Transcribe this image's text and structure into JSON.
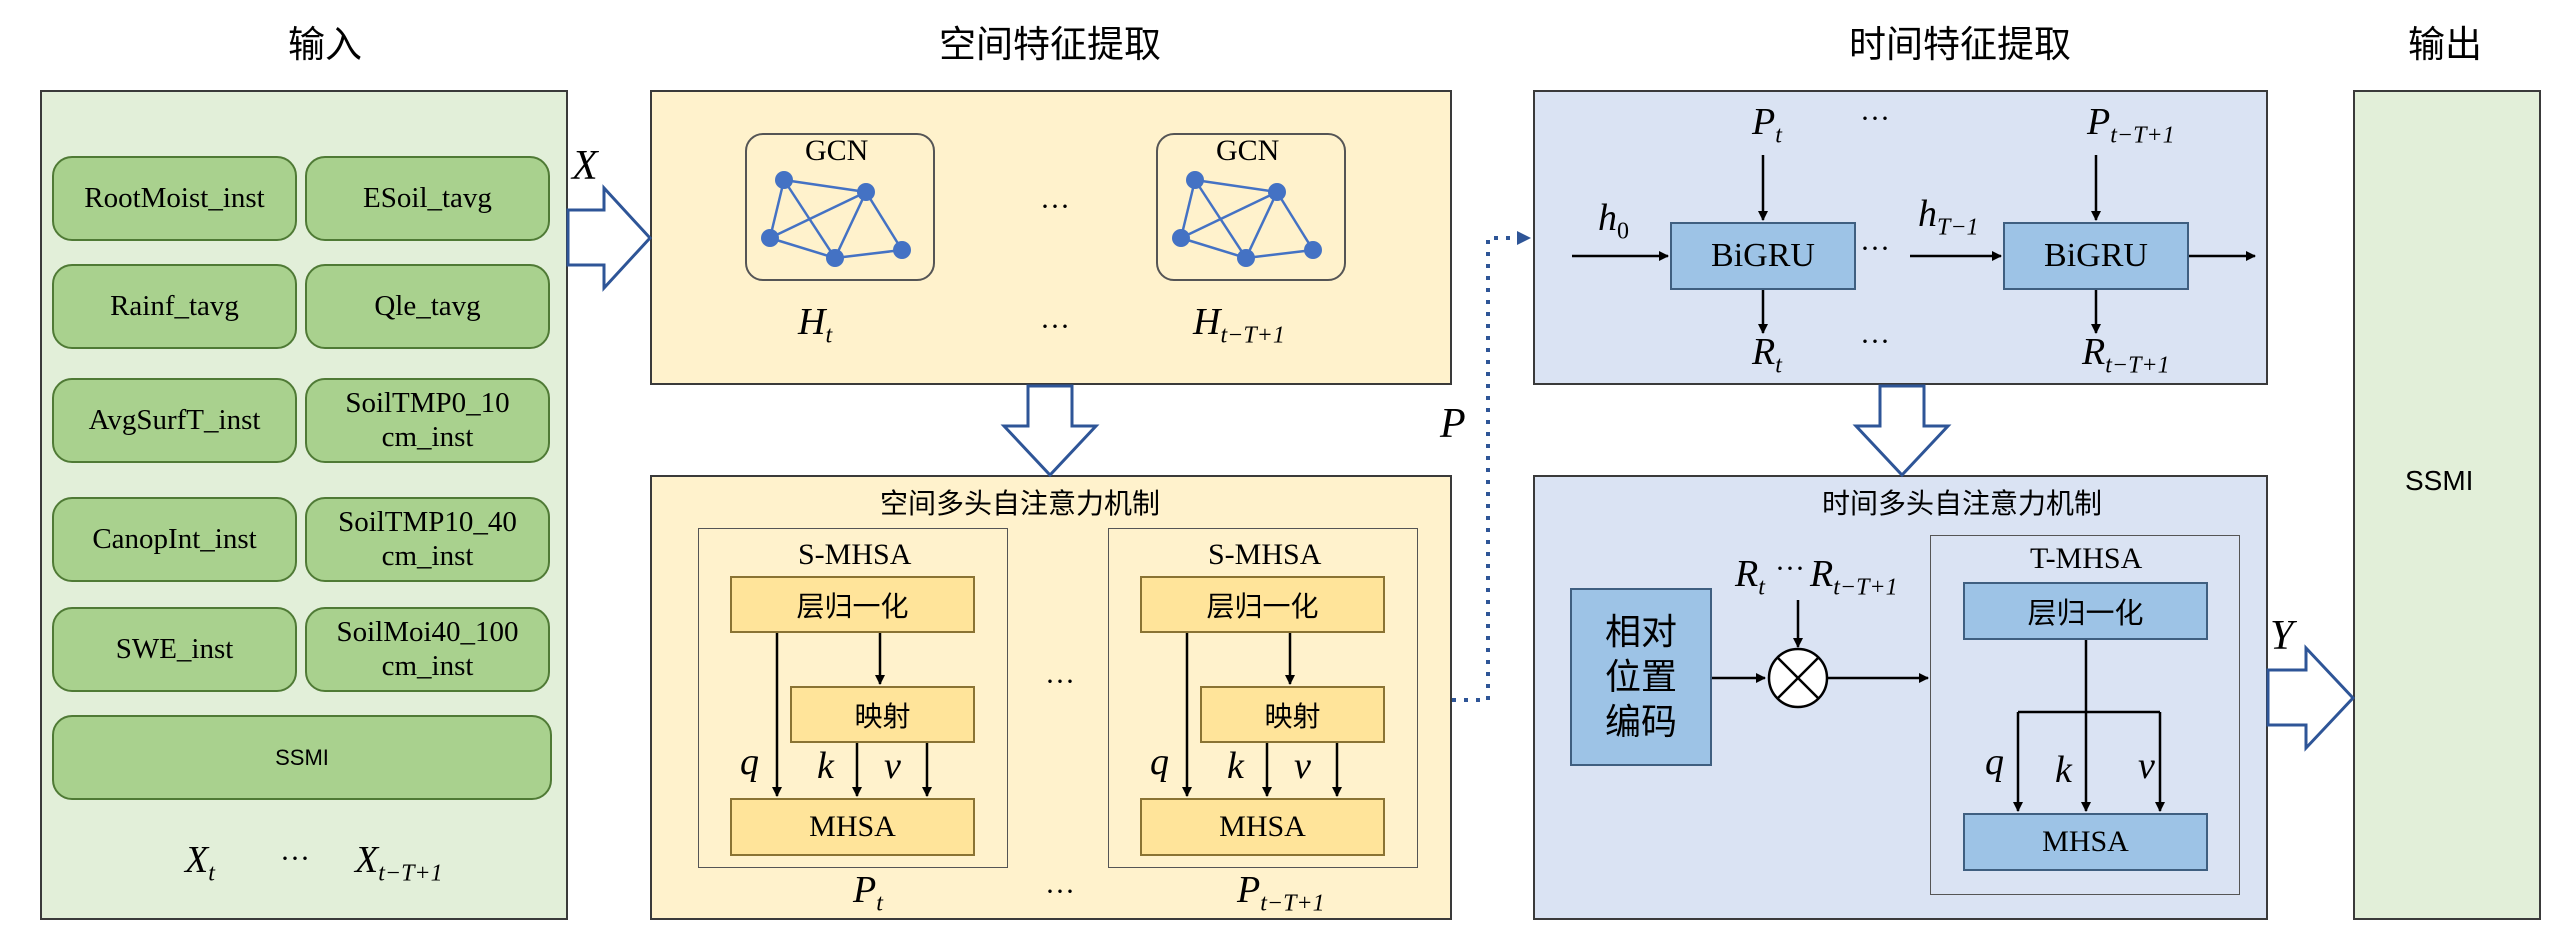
{
  "headers": {
    "input": "输入",
    "spatial": "空间特征提取",
    "temporal": "时间特征提取",
    "output": "输出"
  },
  "input_panel": {
    "features": [
      "RootMoist_inst",
      "ESoil_tavg",
      "Rainf_tavg",
      "Qle_tavg",
      "AvgSurfT_inst",
      "SoilTMP0_10 cm_inst",
      "CanopInt_inst",
      "SoilTMP10_40 cm_inst",
      "SWE_inst",
      "SoilMoi40_100 cm_inst"
    ],
    "target": "SSMI",
    "x_first": "X",
    "x_first_sub": "t",
    "dots": "···",
    "x_last": "X",
    "x_last_sub": "t−T+1"
  },
  "arrows": {
    "x_label": "X",
    "p_label": "P",
    "y_label": "Y"
  },
  "gcn_panel": {
    "gcn_label": "GCN",
    "dots": "···",
    "h_first": "H",
    "h_first_sub": "t",
    "h_last": "H",
    "h_last_sub": "t−T+1"
  },
  "smhsa_panel": {
    "title": "空间多头自注意力机制",
    "block_title": "S-MHSA",
    "layernorm": "层归一化",
    "projection": "映射",
    "mhsa": "MHSA",
    "q": "q",
    "k": "k",
    "v": "v",
    "dots": "···",
    "p_first": "P",
    "p_first_sub": "t",
    "p_last": "P",
    "p_last_sub": "t−T+1"
  },
  "bigru_panel": {
    "bigru": "BiGRU",
    "h0": "h",
    "h0_sub": "0",
    "hT": "h",
    "hT_sub": "T−1",
    "p_first": "P",
    "p_first_sub": "t",
    "p_last": "P",
    "p_last_sub": "t−T+1",
    "r_first": "R",
    "r_first_sub": "t",
    "r_last": "R",
    "r_last_sub": "t−T+1",
    "dots": "···"
  },
  "tmhsa_panel": {
    "title": "时间多头自注意力机制",
    "pos_enc": "相对位置编码",
    "r_first": "R",
    "r_first_sub": "t",
    "dots": "···",
    "r_last": "R",
    "r_last_sub": "t−T+1",
    "block_title": "T-MHSA",
    "layernorm": "层归一化",
    "mhsa": "MHSA",
    "q": "q",
    "k": "k",
    "v": "v"
  },
  "output_panel": {
    "label": "SSMI"
  },
  "colors": {
    "input_bg": "#e2efd9",
    "pill_bg": "#a9d18e",
    "spatial_bg": "#fff2cc",
    "spatial_box": "#ffe49a",
    "temporal_bg": "#dae3f3",
    "temporal_box": "#9dc3e6",
    "graph_node": "#4472c4",
    "connector": "#2e5597"
  }
}
